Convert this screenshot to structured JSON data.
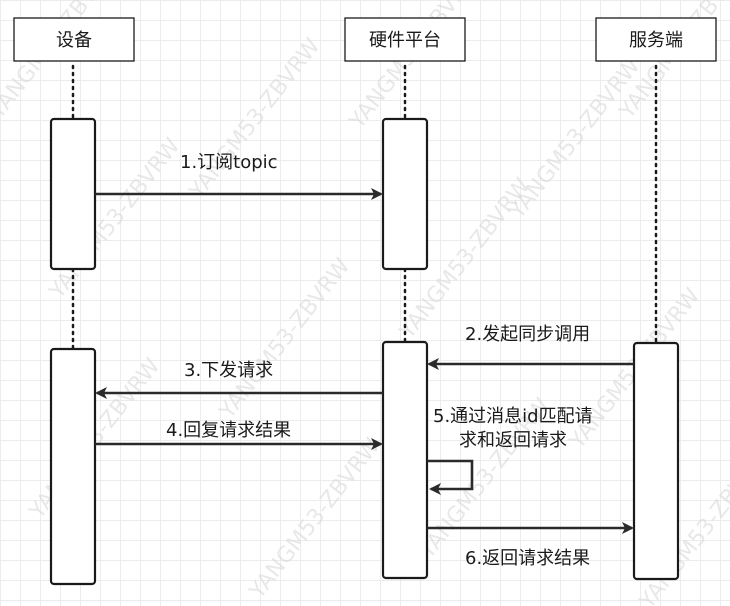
{
  "participants": {
    "device": "设备",
    "platform": "硬件平台",
    "server": "服务端"
  },
  "messages": {
    "m1": "1.订阅topic",
    "m2": "2.发起同步调用",
    "m3": "3.下发请求",
    "m4": "4.回复请求结果",
    "m5_line1": "5.通过消息id匹配请",
    "m5_line2": "求和返回请求",
    "m6": "6.返回请求结果"
  },
  "watermark": "YANGM53-ZBVRW",
  "colors": {
    "stroke": "#1a1a1a",
    "grid": "#ececec",
    "background": "#ffffff",
    "watermark": "#d9d9d9"
  }
}
